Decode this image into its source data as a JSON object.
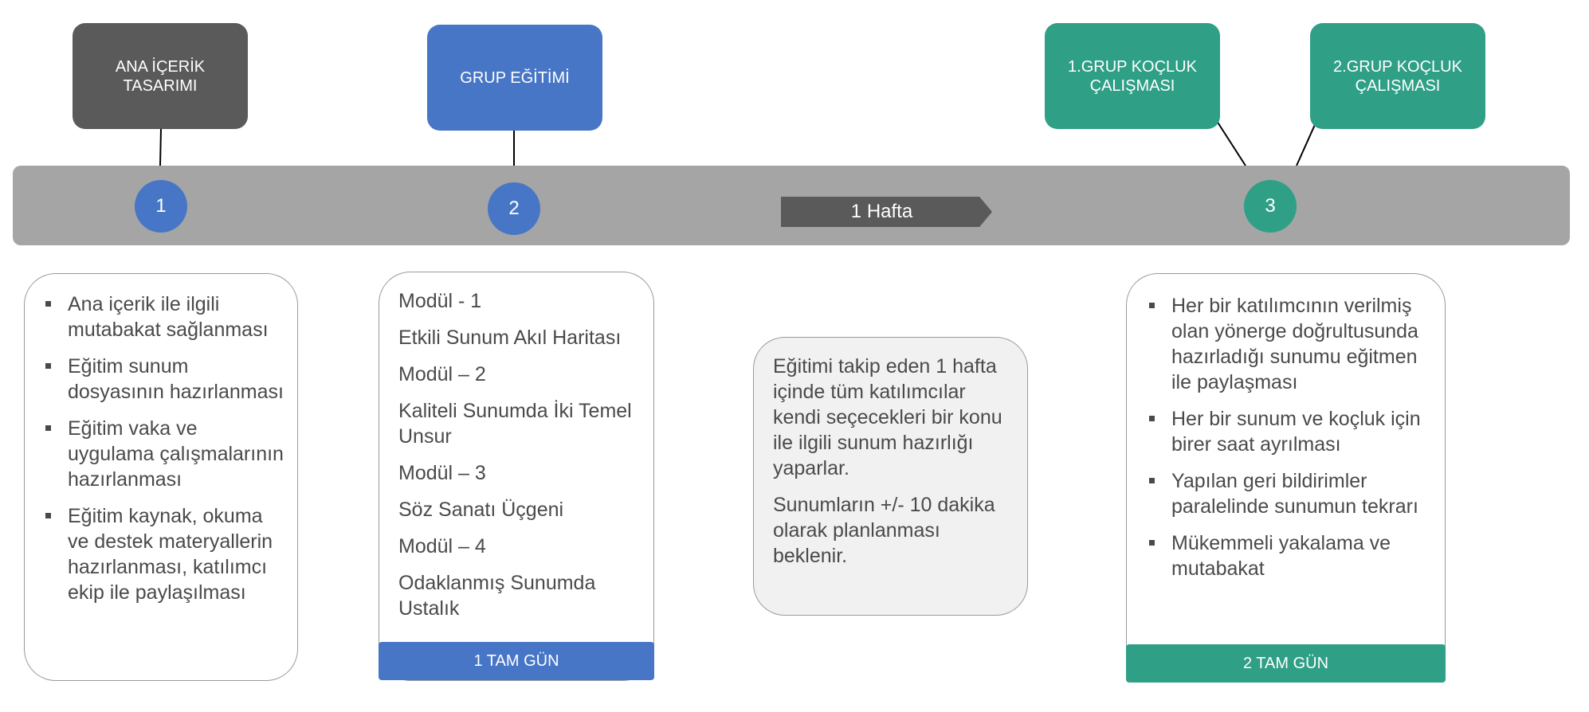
{
  "colors": {
    "gray_box": "#5a5a5a",
    "blue": "#4876c6",
    "teal": "#2f9f86",
    "timeline": "#a5a5a5",
    "card_border": "#9a9a9a",
    "text": "#4a4a4a"
  },
  "top_boxes": {
    "ana_icerik": "ANA İÇERİK\nTASARIMI",
    "grup_egitimi": "GRUP EĞİTİMİ",
    "grup_kocluk_1": "1.GRUP KOÇLUK\nÇALIŞMASI",
    "grup_kocluk_2": "2.GRUP KOÇLUK\nÇALIŞMASI"
  },
  "timeline": {
    "step_1": "1",
    "step_2": "2",
    "step_3": "3",
    "arrow_label": "1 Hafta"
  },
  "card_1": {
    "items": [
      "Ana içerik ile ilgili mutabakat sağlanması",
      "Eğitim sunum dosyasının hazırlanması",
      "Eğitim vaka ve uygulama çalışmalarının hazırlanması",
      "Eğitim kaynak, okuma ve destek materyallerin hazırlanması, katılımcı ekip ile paylaşılması"
    ]
  },
  "card_2": {
    "lines": [
      "Modül - 1",
      "Etkili Sunum Akıl Haritası",
      "Modül – 2",
      "Kaliteli Sunumda İki Temel Unsur",
      "Modül – 3",
      "Söz Sanatı Üçgeni",
      "Modül – 4",
      "Odaklanmış Sunumda Ustalık"
    ],
    "footer": "1 TAM GÜN"
  },
  "card_3": {
    "paragraph_1": "Eğitimi takip eden 1 hafta içinde tüm katılımcılar kendi seçecekleri bir konu ile ilgili sunum hazırlığı yaparlar.",
    "paragraph_2": "Sunumların +/- 10 dakika olarak planlanması beklenir."
  },
  "card_4": {
    "items": [
      "Her bir katılımcının verilmiş olan  yönerge doğrultusunda hazırladığı sunumu eğitmen ile paylaşması",
      "Her bir sunum ve koçluk için birer saat ayrılması",
      "Yapılan geri bildirimler paralelinde sunumun tekrarı",
      "Mükemmeli yakalama ve mutabakat"
    ],
    "footer": "2 TAM GÜN"
  }
}
